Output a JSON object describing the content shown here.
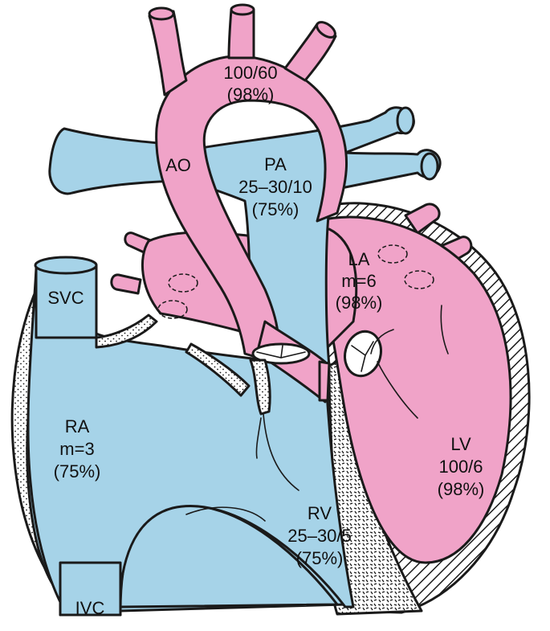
{
  "colors": {
    "oxygenated": "#f0a3c8",
    "deoxygenated": "#a6d3e8",
    "outline": "#1a1a1a",
    "background": "#ffffff"
  },
  "labels": {
    "ao": {
      "name": "AO"
    },
    "aorta_values": {
      "pressure": "100/60",
      "saturation": "(98%)"
    },
    "pa": {
      "name": "PA",
      "pressure": "25–30/10",
      "saturation": "(75%)"
    },
    "la": {
      "name": "LA",
      "pressure": "m=6",
      "saturation": "(98%)"
    },
    "svc": {
      "name": "SVC"
    },
    "ra": {
      "name": "RA",
      "pressure": "m=3",
      "saturation": "(75%)"
    },
    "lv": {
      "name": "LV",
      "pressure": "100/6",
      "saturation": "(98%)"
    },
    "rv": {
      "name": "RV",
      "pressure": "25–30/5",
      "saturation": "(75%)"
    },
    "ivc": {
      "name": "IVC"
    }
  }
}
